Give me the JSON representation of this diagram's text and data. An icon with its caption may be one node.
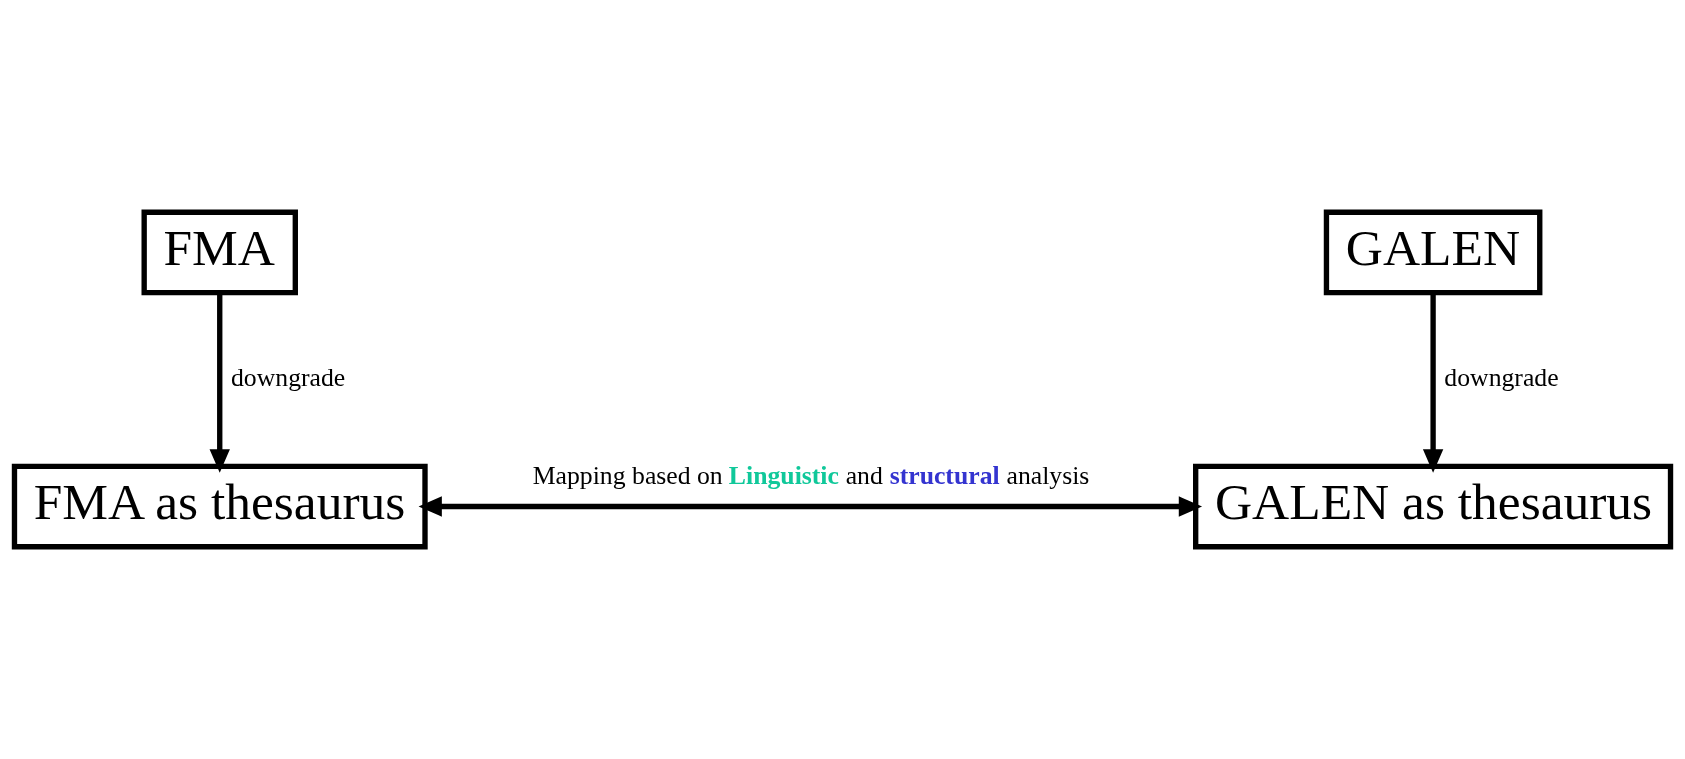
{
  "diagram": {
    "nodes": [
      {
        "text": [
          "FMA"
        ]
      },
      {
        "text": [
          "GALEN"
        ]
      },
      {
        "text": [
          "FMA as thesaurus"
        ]
      },
      {
        "text": [
          "GALEN as thesaurus"
        ]
      }
    ],
    "edges": [
      {
        "from": 0,
        "to": 2,
        "arrow": "to",
        "label": "downgrade"
      },
      {
        "from": 1,
        "to": 3,
        "arrow": "to",
        "label": "downgrade"
      },
      {
        "from": 2,
        "to": 3,
        "arrow": "both",
        "label": "Mapping based on **Linguistic** and **structural** analysis"
      }
    ]
  }
}
